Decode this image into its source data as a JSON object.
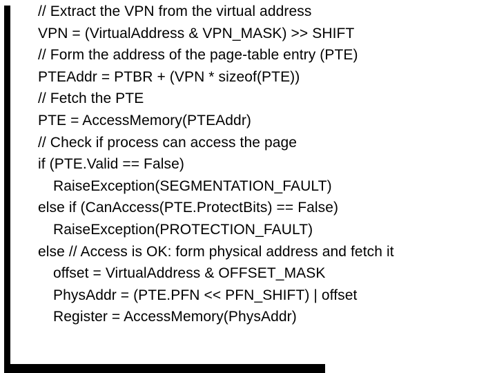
{
  "page": {
    "background_color": "#ffffff",
    "text_color": "#000000",
    "frame_color": "#000000"
  },
  "code_listing": {
    "description": "paging-address-translation-pseudocode",
    "lines": [
      {
        "text": "// Extract the VPN from the virtual address",
        "indent": 0,
        "kind": "comment"
      },
      {
        "text": "VPN = (VirtualAddress & VPN_MASK) >> SHIFT",
        "indent": 0,
        "kind": "code"
      },
      {
        "text": "// Form the address of the page-table entry (PTE)",
        "indent": 0,
        "kind": "comment"
      },
      {
        "text": "PTEAddr = PTBR + (VPN * sizeof(PTE))",
        "indent": 0,
        "kind": "code"
      },
      {
        "text": "// Fetch the PTE",
        "indent": 0,
        "kind": "comment"
      },
      {
        "text": "PTE = AccessMemory(PTEAddr)",
        "indent": 0,
        "kind": "code"
      },
      {
        "text": "// Check if process can access the page",
        "indent": 0,
        "kind": "comment"
      },
      {
        "text": "if (PTE.Valid == False)",
        "indent": 0,
        "kind": "code"
      },
      {
        "text": "RaiseException(SEGMENTATION_FAULT)",
        "indent": 1,
        "kind": "code"
      },
      {
        "text": "else if (CanAccess(PTE.ProtectBits) == False)",
        "indent": 0,
        "kind": "code"
      },
      {
        "text": "RaiseException(PROTECTION_FAULT)",
        "indent": 1,
        "kind": "code"
      },
      {
        "text": "else // Access is OK: form physical address and fetch it",
        "indent": 0,
        "kind": "code"
      },
      {
        "text": "offset = VirtualAddress & OFFSET_MASK",
        "indent": 1,
        "kind": "code"
      },
      {
        "text": "PhysAddr = (PTE.PFN << PFN_SHIFT) | offset",
        "indent": 1,
        "kind": "code"
      },
      {
        "text": "Register = AccessMemory(PhysAddr)",
        "indent": 1,
        "kind": "code"
      }
    ]
  }
}
